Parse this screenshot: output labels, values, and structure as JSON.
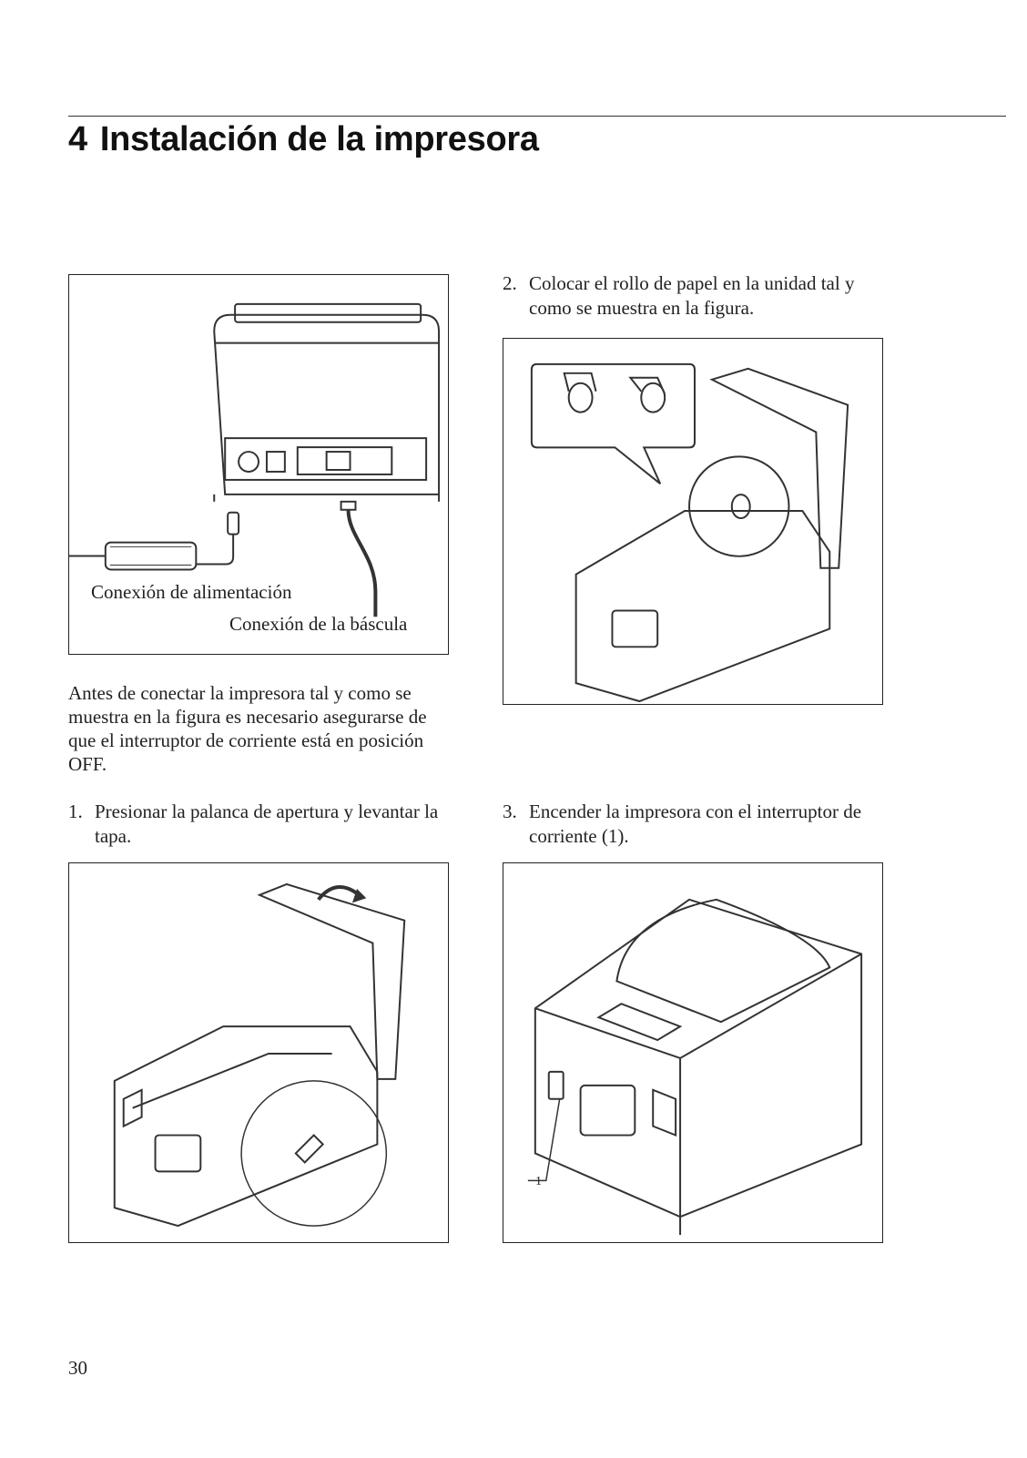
{
  "header": {
    "section_number": "4",
    "title": "Instalación de la impresora"
  },
  "figures": {
    "connection": {
      "power_label": "Conexión de alimentación",
      "scale_label": "Conexión de la báscula"
    },
    "switch_callout": "1"
  },
  "intro_text": "Antes de conectar la impresora tal y como se muestra en la figura es necesario asegurarse de que el interruptor de corriente está en posición OFF.",
  "steps": [
    {
      "number": "1.",
      "text": "Presionar la palanca de apertura y levantar la tapa."
    },
    {
      "number": "2.",
      "text": "Colocar el rollo de papel en la unidad tal y como se muestra en la figura."
    },
    {
      "number": "3.",
      "text": "Encender la impresora con el interruptor de corriente (1)."
    }
  ],
  "footer": {
    "page_number": "30"
  }
}
